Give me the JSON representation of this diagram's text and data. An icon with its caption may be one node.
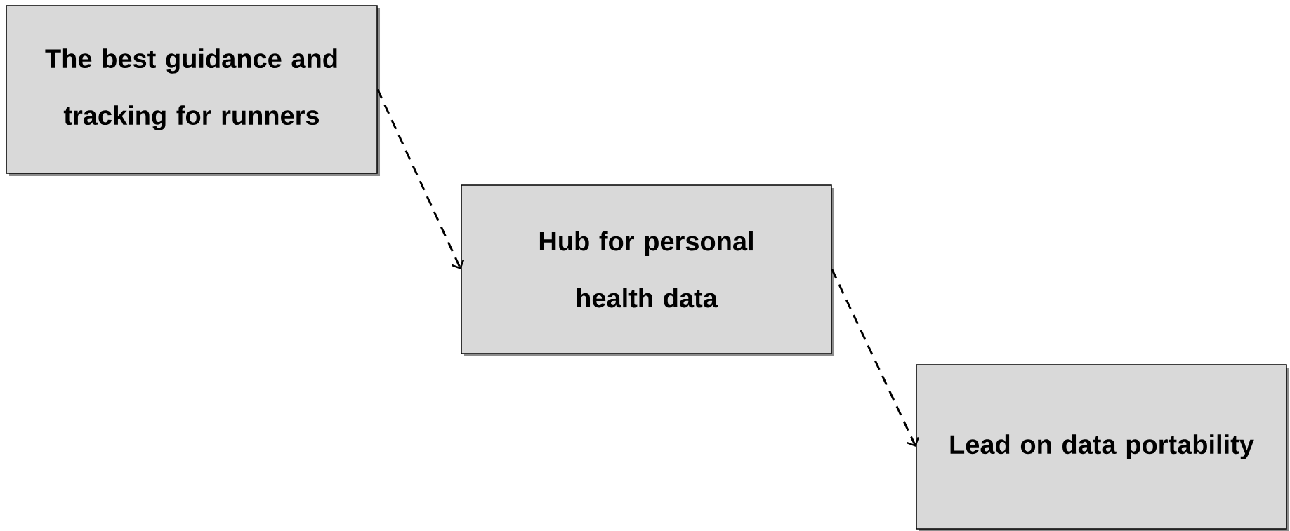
{
  "diagram": {
    "nodes": [
      {
        "text": [
          "The best guidance and tracking for runners"
        ]
      },
      {
        "text": [
          "Hub for personal health data"
        ]
      },
      {
        "text": [
          "Lead on data portability"
        ]
      }
    ],
    "edges": [
      {
        "from": 0,
        "to": 1,
        "arrow": "to",
        "style": "dashed"
      },
      {
        "from": 1,
        "to": 2,
        "arrow": "to",
        "style": "dashed"
      }
    ]
  }
}
